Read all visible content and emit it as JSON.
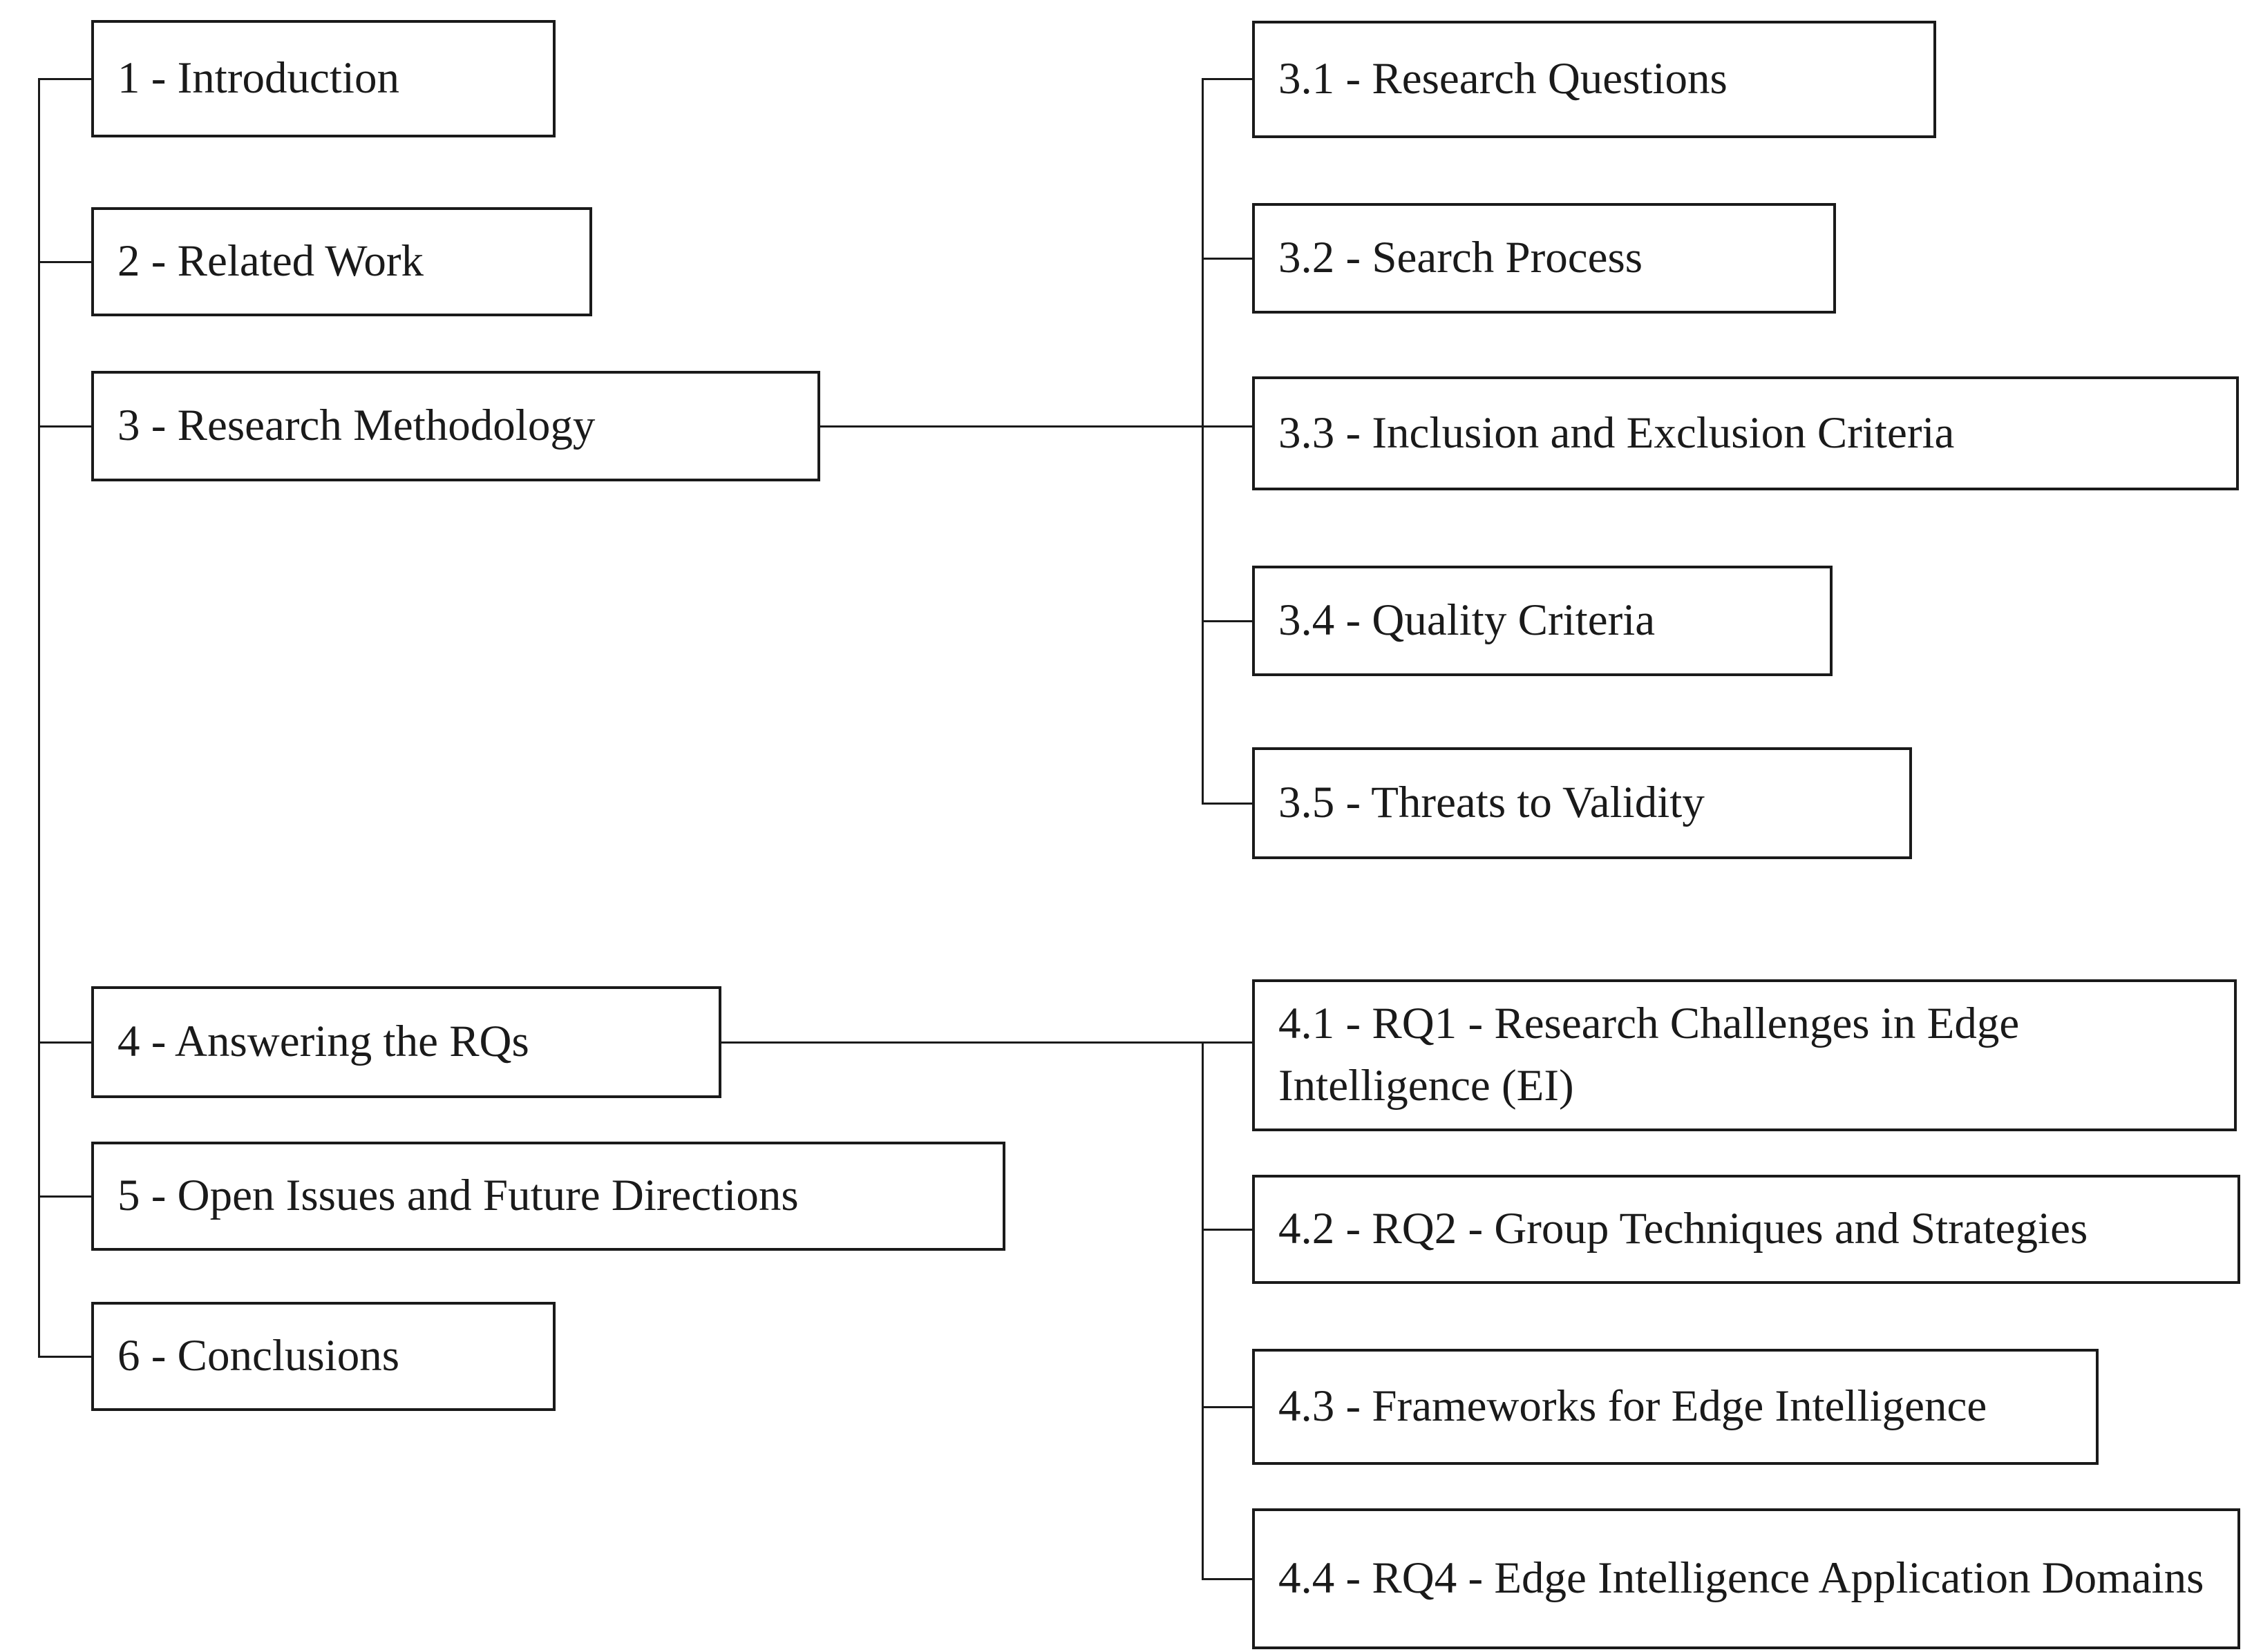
{
  "colors": {
    "background": "#ffffff",
    "box_border": "#1a1a1a",
    "connector_line": "#1a1a1a",
    "text": "#1a1a1a"
  },
  "diagram": {
    "type": "section-outline-tree",
    "root_sections": [
      {
        "label": "1 - Introduction"
      },
      {
        "label": "2 - Related Work"
      },
      {
        "label": "3 - Research Methodology"
      },
      {
        "label": "4 - Answering the RQs"
      },
      {
        "label": "5 - Open Issues and Future Directions"
      },
      {
        "label": "6 - Conclusions"
      }
    ],
    "section3_subsections": [
      {
        "label": "3.1 - Research Questions"
      },
      {
        "label": "3.2 - Search Process"
      },
      {
        "label": "3.3 - Inclusion and Exclusion Criteria"
      },
      {
        "label": "3.4 - Quality Criteria"
      },
      {
        "label": "3.5 - Threats to Validity"
      }
    ],
    "section4_subsections": [
      {
        "label": "4.1 - RQ1 - Research Challenges in Edge Intelligence (EI)"
      },
      {
        "label": "4.2 - RQ2 - Group Techniques and Strategies"
      },
      {
        "label": "4.3 - Frameworks for Edge Intelligence"
      },
      {
        "label": "4.4 - RQ4 - Edge Intelligence Application Domains"
      }
    ]
  }
}
